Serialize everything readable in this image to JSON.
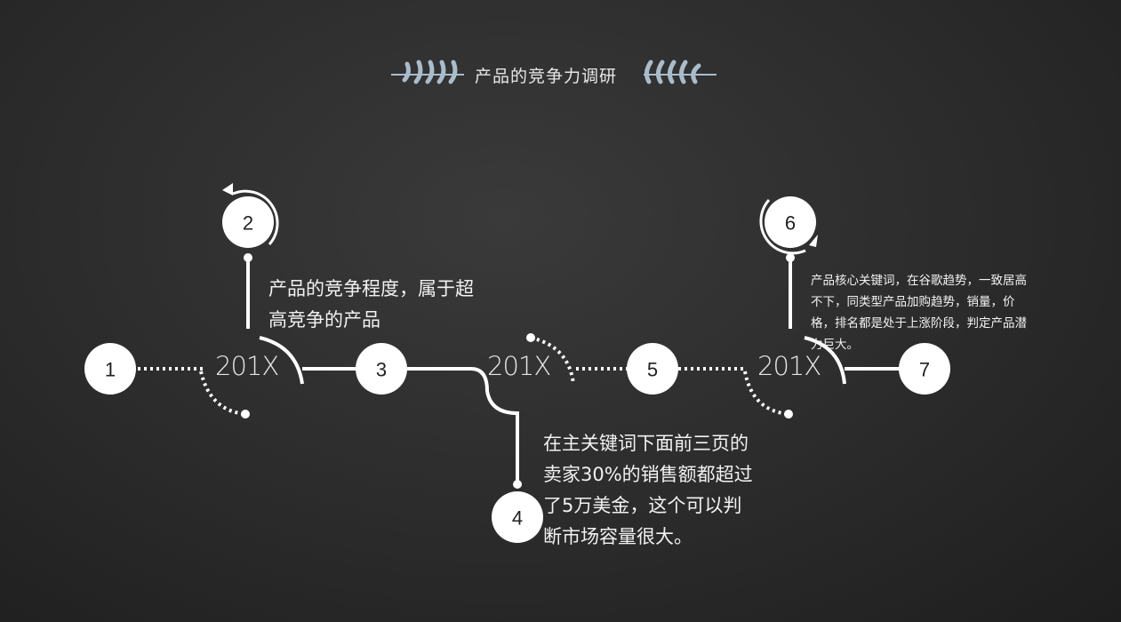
{
  "title": "产品的竞争力调研",
  "year_labels": [
    "201X",
    "201X",
    "201X"
  ],
  "steps": [
    "1",
    "2",
    "3",
    "4",
    "5",
    "6",
    "7"
  ],
  "notes": {
    "step2": "产品的竞争程度，属于超高竞争的产品",
    "step4": "在主关键词下面前三页的卖家30%的销售额都超过了5万美金，这个可以判断市场容量很大。",
    "step6": "产品核心关键词，在谷歌趋势，一致居高不下，同类型产品加购趋势，销量，价格，排名都是处于上涨阶段，判定产品潜力巨大。"
  },
  "colors": {
    "leaf": "#a9bccb",
    "line": "#ffffff"
  }
}
